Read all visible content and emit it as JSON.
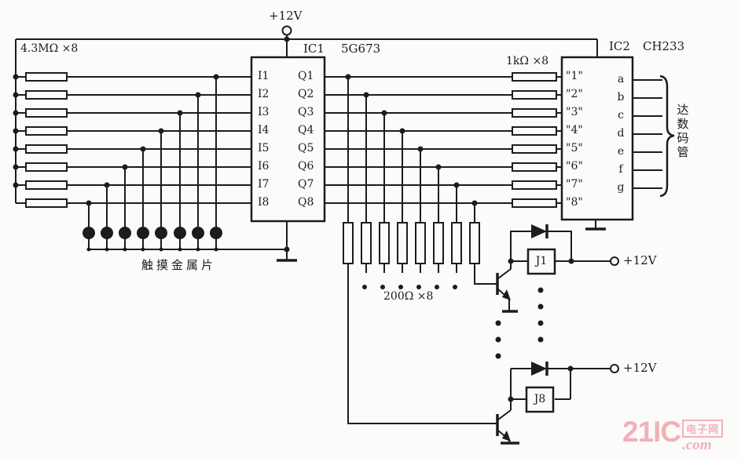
{
  "power": {
    "top": "+12V",
    "relay1_supply": "+12V",
    "relay8_supply": "+12V"
  },
  "ic1": {
    "designator": "IC1",
    "part": "5G673",
    "inputs": [
      "I1",
      "I2",
      "I3",
      "I4",
      "I5",
      "I6",
      "I7",
      "I8"
    ],
    "outputs": [
      "Q1",
      "Q2",
      "Q3",
      "Q4",
      "Q5",
      "Q6",
      "Q7",
      "Q8"
    ]
  },
  "ic2": {
    "designator": "IC2",
    "part": "CH233",
    "inputs": [
      "\"1\"",
      "\"2\"",
      "\"3\"",
      "\"4\"",
      "\"5\"",
      "\"6\"",
      "\"7\"",
      "\"8\""
    ],
    "segments": [
      "a",
      "b",
      "c",
      "d",
      "e",
      "f",
      "g"
    ]
  },
  "resistor_groups": {
    "touch": "4.3MΩ ×8",
    "pullup": "1kΩ ×8",
    "base": "200Ω ×8"
  },
  "annotations": {
    "touch_pads": "触摸金属片",
    "display": "达数码管"
  },
  "relays": {
    "first": "J1",
    "last": "J8"
  },
  "watermark": {
    "brand": "21IC",
    "domain": ".com",
    "tag": "电子网",
    "color": "#f2b1b6"
  },
  "colors": {
    "ink": "#1c1c1c",
    "background": "#fbfbfa"
  }
}
